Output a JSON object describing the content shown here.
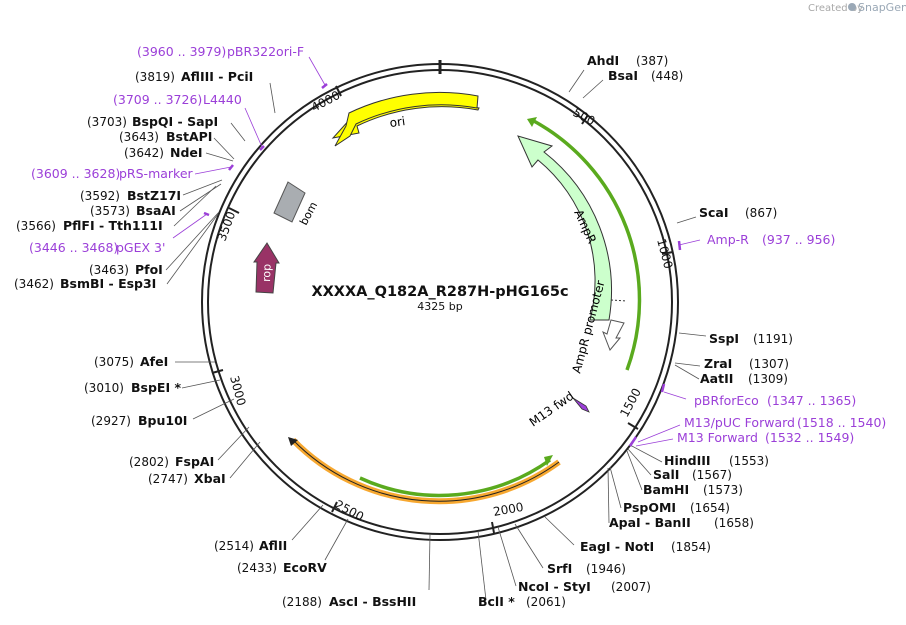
{
  "branding": {
    "created_by": "Created by",
    "app": "SnapGene"
  },
  "plasmid": {
    "name": "XXXXA_Q182A_R287H-pHG165c",
    "length": "4325 bp"
  },
  "ticks": [
    "500",
    "1000",
    "1500",
    "2000",
    "2500",
    "3000",
    "3500",
    "4000"
  ],
  "features": {
    "ori": "ori",
    "bom": "bom",
    "rop": "rop",
    "ampr": "AmpR",
    "ampr_promoter": "AmpR promoter",
    "m13_fwd": "M13 fwd"
  },
  "sites": [
    {
      "id": "ahdi",
      "name": "AhdI",
      "pos": "(387)"
    },
    {
      "id": "bsai",
      "name": "BsaI",
      "pos": "(448)"
    },
    {
      "id": "scai",
      "name": "ScaI",
      "pos": "(867)"
    },
    {
      "id": "sspi",
      "name": "SspI",
      "pos": "(1191)"
    },
    {
      "id": "zrai",
      "name": "ZraI",
      "pos": "(1307)"
    },
    {
      "id": "aatii",
      "name": "AatII",
      "pos": "(1309)"
    },
    {
      "id": "hindiii",
      "name": "HindIII",
      "pos": "(1553)"
    },
    {
      "id": "sali",
      "name": "SalI",
      "pos": "(1567)"
    },
    {
      "id": "bamhi",
      "name": "BamHI",
      "pos": "(1573)"
    },
    {
      "id": "pspomi",
      "name": "PspOMI",
      "pos": "(1654)"
    },
    {
      "id": "apai",
      "name": "ApaI - BanII",
      "pos": "(1658)"
    },
    {
      "id": "eagi",
      "name": "EagI - NotI",
      "pos": "(1854)"
    },
    {
      "id": "srfi",
      "name": "SrfI",
      "pos": "(1946)"
    },
    {
      "id": "ncoi",
      "name": "NcoI - StyI",
      "pos": "(2007)"
    },
    {
      "id": "bcli",
      "name": "BclI *",
      "pos": "(2061)"
    },
    {
      "id": "asci",
      "name": "AscI - BssHII",
      "pos": "(2188)"
    },
    {
      "id": "ecorv",
      "name": "EcoRV",
      "pos": "(2433)"
    },
    {
      "id": "aflii",
      "name": "AflII",
      "pos": "(2514)"
    },
    {
      "id": "xbai",
      "name": "XbaI",
      "pos": "(2747)"
    },
    {
      "id": "fspai",
      "name": "FspAI",
      "pos": "(2802)"
    },
    {
      "id": "bpu10i",
      "name": "Bpu10I",
      "pos": "(2927)"
    },
    {
      "id": "bspei",
      "name": "BspEI *",
      "pos": "(3010)"
    },
    {
      "id": "afei",
      "name": "AfeI",
      "pos": "(3075)"
    },
    {
      "id": "bsmbi",
      "name": "BsmBI - Esp3I",
      "pos": "(3462)"
    },
    {
      "id": "pfoi",
      "name": "PfoI",
      "pos": "(3463)"
    },
    {
      "id": "pflfi",
      "name": "PflFI - Tth111I",
      "pos": "(3566)"
    },
    {
      "id": "bsaai",
      "name": "BsaAI",
      "pos": "(3573)"
    },
    {
      "id": "bstz17i",
      "name": "BstZ17I",
      "pos": "(3592)"
    },
    {
      "id": "ndei",
      "name": "NdeI",
      "pos": "(3642)"
    },
    {
      "id": "bstapi",
      "name": "BstAPI",
      "pos": "(3643)"
    },
    {
      "id": "bspqi",
      "name": "BspQI - SapI",
      "pos": "(3703)"
    },
    {
      "id": "afliii",
      "name": "AflIII - PciI",
      "pos": "(3819)"
    }
  ],
  "primers": [
    {
      "id": "pbr322ori",
      "name": "pBR322ori-F",
      "range": "(3960 .. 3979)"
    },
    {
      "id": "l4440",
      "name": "L4440",
      "range": "(3709 .. 3726)"
    },
    {
      "id": "prsmarker",
      "name": "pRS-marker",
      "range": "(3609 .. 3628)"
    },
    {
      "id": "pgex3",
      "name": "pGEX 3'",
      "range": "(3446 .. 3468)"
    },
    {
      "id": "ampr_primer",
      "name": "Amp-R",
      "range": "(937 .. 956)"
    },
    {
      "id": "pbrforeco",
      "name": "pBRforEco",
      "range": "(1347 .. 1365)"
    },
    {
      "id": "m13puc",
      "name": "M13/pUC Forward",
      "range": "(1518 .. 1540)"
    },
    {
      "id": "m13fwd_primer",
      "name": "M13 Forward",
      "range": "(1532 .. 1549)"
    }
  ],
  "colors": {
    "ori": "#ffff00",
    "ampr": "#ccffcc",
    "bom": "#a9adb1",
    "rop": "#993366",
    "primer": "#9b3fd8",
    "orange_arc": "#f7a830",
    "green_arc": "#5aaa1e"
  }
}
